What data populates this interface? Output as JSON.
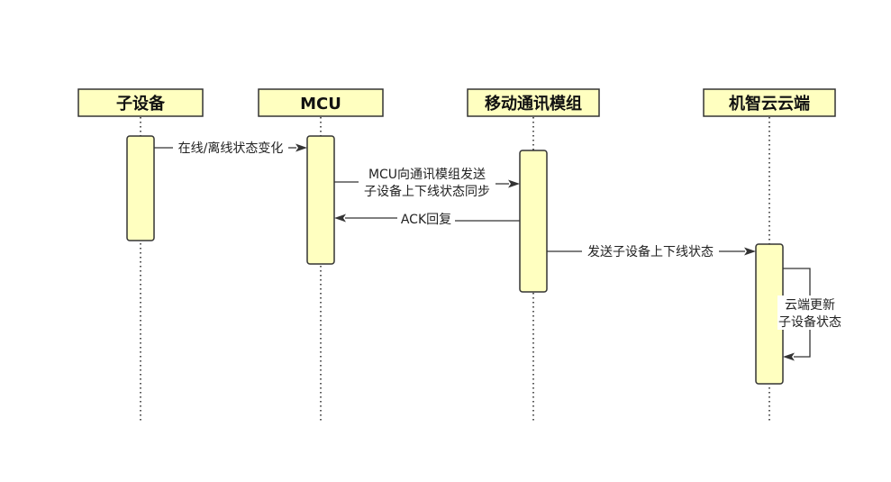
{
  "colors": {
    "box_fill": "#ffffc0",
    "stroke": "#333333",
    "background": "#ffffff"
  },
  "participants": [
    {
      "name": "子设备"
    },
    {
      "name": "MCU"
    },
    {
      "name": "移动通讯模组"
    },
    {
      "name": "机智云云端"
    }
  ],
  "messages": [
    {
      "from": "子设备",
      "to": "MCU",
      "lines": [
        "在线/离线状态变化"
      ]
    },
    {
      "from": "MCU",
      "to": "移动通讯模组",
      "lines": [
        "MCU向通讯模组发送",
        "子设备上下线状态同步"
      ]
    },
    {
      "from": "移动通讯模组",
      "to": "MCU",
      "lines": [
        "ACK回复"
      ]
    },
    {
      "from": "移动通讯模组",
      "to": "机智云云端",
      "lines": [
        "发送子设备上下线状态"
      ]
    },
    {
      "from": "机智云云端",
      "to": "机智云云端",
      "lines": [
        "云端更新",
        "子设备状态"
      ]
    }
  ]
}
